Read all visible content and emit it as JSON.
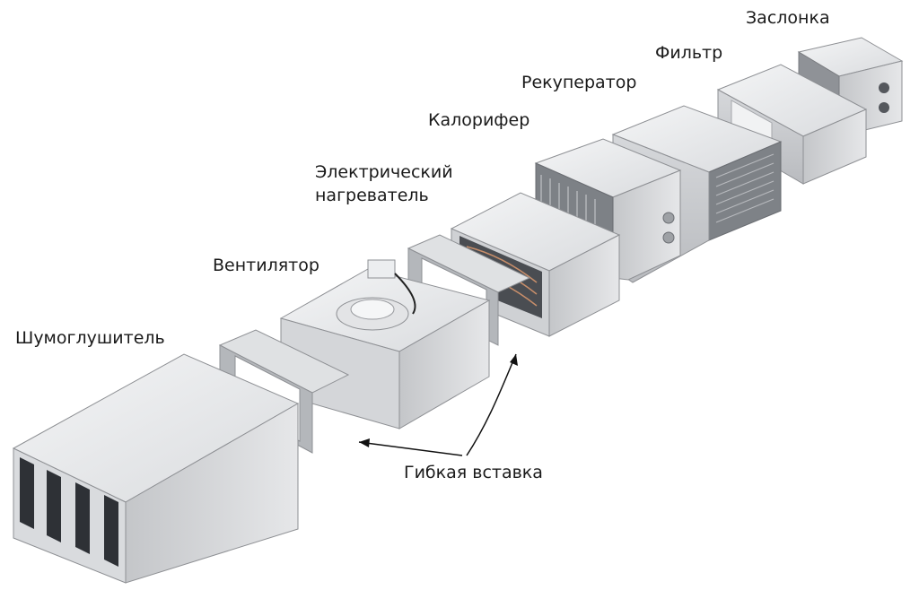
{
  "labels": {
    "damper": "Заслонка",
    "filter": "Фильтр",
    "recuperator": "Рекуператор",
    "heater": "Калорифер",
    "electric_heater_line1": "Электрический",
    "electric_heater_line2": "нагреватель",
    "fan": "Вентилятор",
    "silencer": "Шумоглушитель",
    "flexible_insert": "Гибкая вставка"
  },
  "colors": {
    "metal_light": "#e9eaec",
    "metal_mid": "#c9cbce",
    "metal_dark": "#9a9ca0",
    "interior_dark": "#3a3d42",
    "arrow": "#111111"
  }
}
